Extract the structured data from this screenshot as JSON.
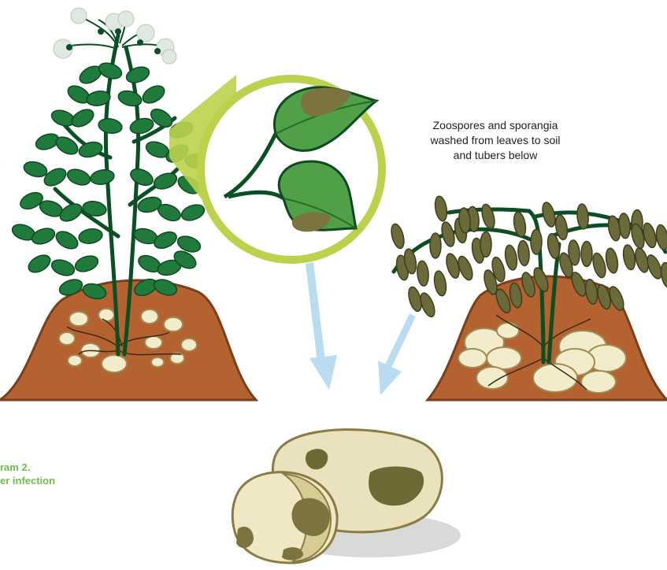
{
  "caption": {
    "lines": [
      "Zoospores and sporangia",
      "washed from leaves to soil",
      "and tubers below"
    ]
  },
  "diagram_label": {
    "line1": "ram 2.",
    "line2": "er infection"
  },
  "colors": {
    "soil": "#b4622f",
    "soil_edge": "#7a3f1c",
    "healthy_leaf": "#1f7a3c",
    "leaf_edge": "#0d4a22",
    "stem": "#0b4f25",
    "blighted_leaf": "#6b6a3a",
    "tuber": "#f3eccb",
    "tuber_edge": "#a08a55",
    "lesion": "#6d6a35",
    "flower": "#dfe8e1",
    "arrow": "#b9dcf1",
    "magnifier": "#bcd24c",
    "label": "#6cbf4b"
  }
}
